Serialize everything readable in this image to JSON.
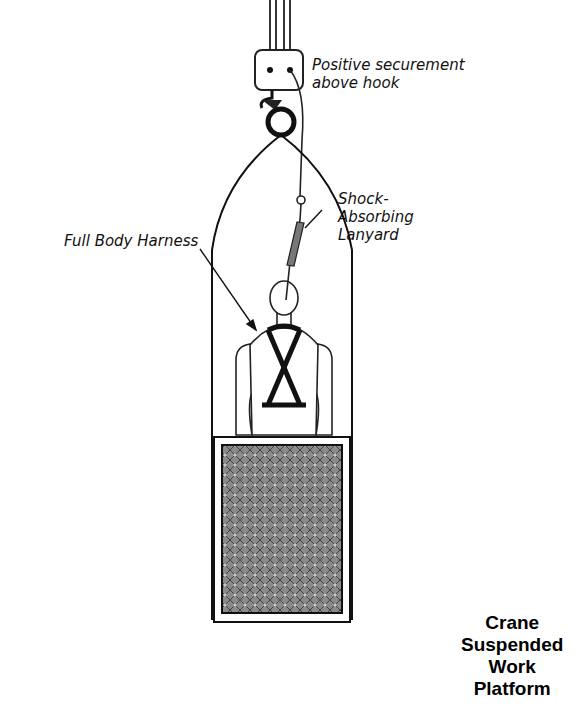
{
  "diagram": {
    "caption": "Crane Suspended Work Platform",
    "labels": [
      "Positive securement above hook",
      "Shock-Absorbing Lanyard",
      "Full Body Harness"
    ]
  }
}
